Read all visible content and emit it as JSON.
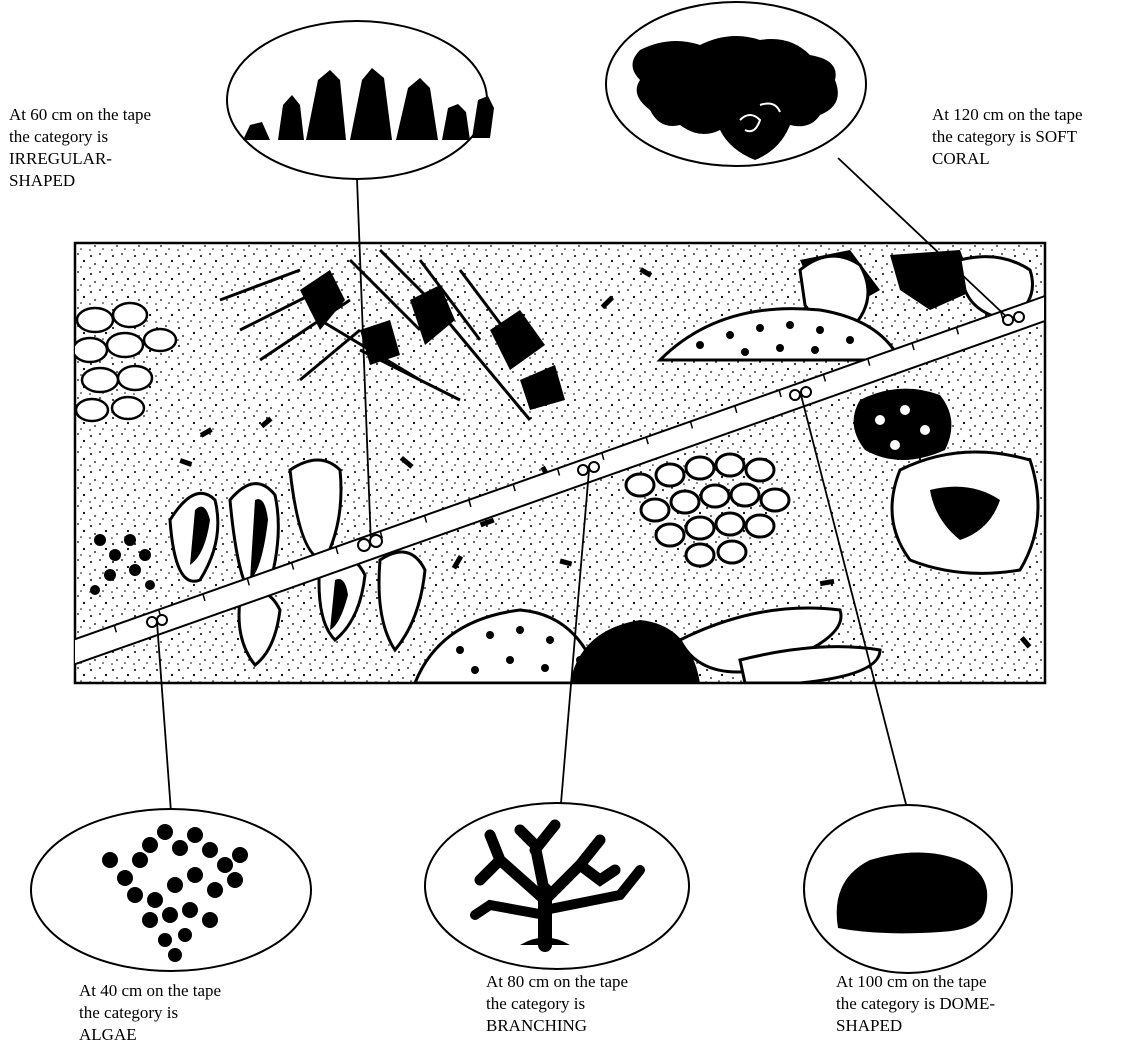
{
  "diagram": {
    "title": "",
    "colors": {
      "ink": "#000000",
      "paper": "#ffffff"
    },
    "tape": {
      "unit": "cm"
    },
    "callouts": [
      {
        "id": "algae",
        "position_cm": 40,
        "category": "ALGAE",
        "icon": "algae-icon",
        "caption": [
          "At 40 cm on the tape",
          "the category is",
          "ALGAE"
        ]
      },
      {
        "id": "irregular",
        "position_cm": 60,
        "category": "IRREGULAR-SHAPED",
        "icon": "irregular-coral-icon",
        "caption": [
          "At 60 cm on the tape",
          "the category is",
          "IRREGULAR-",
          "SHAPED"
        ]
      },
      {
        "id": "branching",
        "position_cm": 80,
        "category": "BRANCHING",
        "icon": "branching-coral-icon",
        "caption": [
          "At 80 cm on the tape",
          "the category is",
          "BRANCHING"
        ]
      },
      {
        "id": "dome",
        "position_cm": 100,
        "category": "DOME-SHAPED",
        "icon": "dome-coral-icon",
        "caption": [
          "At 100 cm on the tape",
          "the category is DOME-",
          "SHAPED"
        ]
      },
      {
        "id": "softcoral",
        "position_cm": 120,
        "category": "SOFT CORAL",
        "icon": "soft-coral-icon",
        "caption": [
          "At 120 cm on the tape",
          "the category is SOFT",
          "CORAL"
        ]
      }
    ]
  }
}
